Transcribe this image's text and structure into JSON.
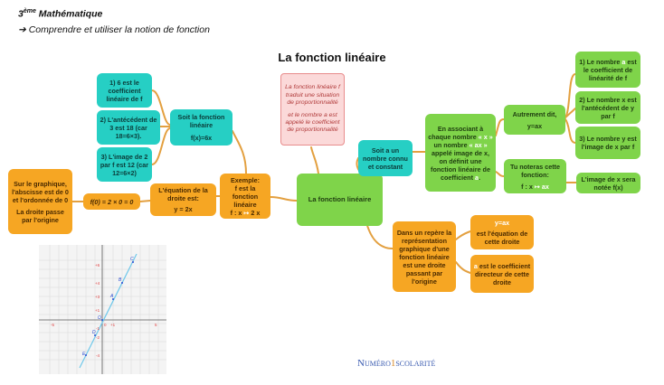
{
  "header": {
    "level": "3",
    "level_sup": "ème",
    "subject": "Mathématique",
    "subtitle": "➔ Comprendre et utiliser la notion de fonction"
  },
  "title": "La fonction linéaire",
  "nodes": {
    "center": "La fonction linéaire",
    "pink_note": {
      "line1": "La fonction linéaire f traduit une situation de proportionnalité",
      "line2": "et le nombre a est appelé le coefficient de proportionnalité"
    },
    "soit_a": "Soit a un nombre connu et constant",
    "associant": {
      "part1": "En associant à chaque nombre",
      "x_symbol": "« x »",
      "part2": "un nombre",
      "ax_symbol": "« ax »",
      "part3": "appelé image de x, on définit une fonction linéaire de coefficient",
      "a_symbol": "a",
      "part4": "."
    },
    "autrement": {
      "text": "Autrement dit,",
      "formula": "y=ax"
    },
    "nombre_a": {
      "text1": "1) Le nombre",
      "a_symbol": "a",
      "text2": "est le coefficient de linéarité de f"
    },
    "nombre_x": "2) Le nombre x est l'antécédent de y par f",
    "nombre_y": "3) Le nombre y est l'image de x par f",
    "tu_noteras": {
      "text": "Tu noteras cette fonction:",
      "f": "f : x",
      "arrow": "↦",
      "ax": "ax"
    },
    "image_x": "L'image de x sera notée f(x)",
    "representation": "Dans un repère la représentation graphique d'une fonction linéaire est une droite passant par l'origine",
    "y_ax_eq": {
      "formula": "y=ax",
      "text": "est l'équation de cette droite"
    },
    "a_coef": {
      "a_symbol": "a",
      "text": "est le coefficient directeur de cette droite"
    },
    "exemple": {
      "line1": "Exemple:",
      "line2": "f est la fonction linéaire",
      "f": "f : x",
      "arrow": "↦",
      "val": "2 x"
    },
    "soit_f": {
      "line1": "Soit la fonction linéaire",
      "line2": "f(x)=6x"
    },
    "six_coef": "1) 6 est le coefficient linéaire de f",
    "antecedent": "2) L'antécédent de 3 est 18 (car 18=6×3).",
    "image2": "3) L'image de 2 par f est 12 (car 12=6×2)",
    "equation_droite": {
      "line1": "L'équation de la droite est:",
      "line2": "y = 2x"
    },
    "f0": "f(0) = 2 × 0 = 0",
    "sur_graphique": {
      "line1": "Sur le graphique, l'abscisse est de 0 et l'ordonnée de 0",
      "line2": "La droite passe par l'origine"
    }
  },
  "graph": {
    "x_ticks": [
      "-5",
      "+1",
      "5"
    ],
    "y_ticks": [
      "+6",
      "+4",
      "+3",
      "+1",
      "-1",
      "-2",
      "-4"
    ],
    "origin_label": "0",
    "points": [
      "C",
      "B",
      "A",
      "O",
      "D",
      "E"
    ]
  },
  "brand": {
    "prefix_big": "N",
    "prefix": "UMÉRO",
    "num": "1",
    "suffix": "SCOLARITÉ"
  },
  "colors": {
    "teal": "#26cfc4",
    "green": "#7fd44a",
    "orange": "#f6a623",
    "pink": "#fbd9d9",
    "connector": "#e3a040"
  }
}
